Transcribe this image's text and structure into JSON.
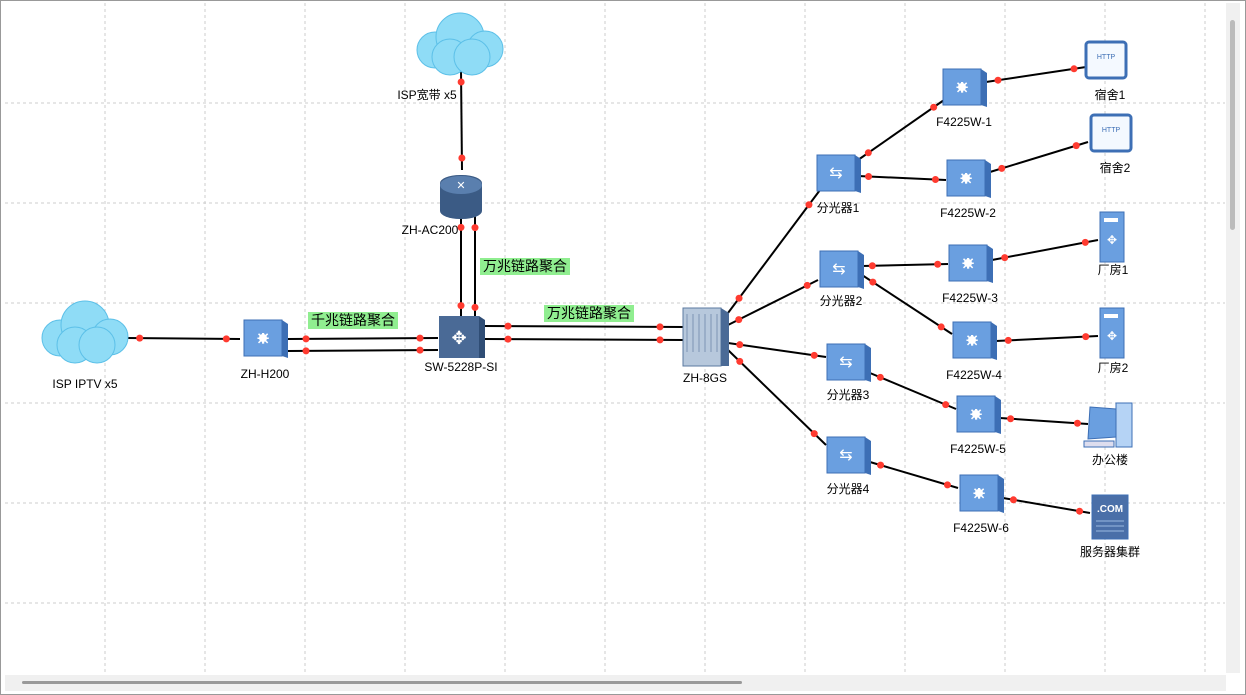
{
  "colors": {
    "edge": "#000000",
    "waypoint": "#ff3b30",
    "label_bg": "#90ee90",
    "device": "#5b8ed6",
    "grid": "#cccccc"
  },
  "nodes": [
    {
      "id": "isp-bb",
      "label": "ISP宽带 x5",
      "icon": "cloud-icon"
    },
    {
      "id": "isp-iptv",
      "label": "ISP IPTV x5",
      "icon": "cloud-icon"
    },
    {
      "id": "zh-h200",
      "label": "ZH-H200",
      "icon": "switch-icon"
    },
    {
      "id": "zh-ac200",
      "label": "ZH-AC200",
      "icon": "router-icon"
    },
    {
      "id": "sw5228",
      "label": "SW-5228P-SI",
      "icon": "core-switch-icon"
    },
    {
      "id": "zh8gs",
      "label": "ZH-8GS",
      "icon": "olt-chassis-icon"
    },
    {
      "id": "spl1",
      "label": "分光器1",
      "icon": "splitter-icon"
    },
    {
      "id": "spl2",
      "label": "分光器2",
      "icon": "splitter-icon"
    },
    {
      "id": "spl3",
      "label": "分光器3",
      "icon": "splitter-icon"
    },
    {
      "id": "spl4",
      "label": "分光器4",
      "icon": "splitter-icon"
    },
    {
      "id": "f1",
      "label": "F4225W-1",
      "icon": "switch-icon"
    },
    {
      "id": "f2",
      "label": "F4225W-2",
      "icon": "switch-icon"
    },
    {
      "id": "f3",
      "label": "F4225W-3",
      "icon": "switch-icon"
    },
    {
      "id": "f4",
      "label": "F4225W-4",
      "icon": "switch-icon"
    },
    {
      "id": "f5",
      "label": "F4225W-5",
      "icon": "switch-icon"
    },
    {
      "id": "f6",
      "label": "F4225W-6",
      "icon": "switch-icon"
    },
    {
      "id": "dorm1",
      "label": "宿舍1",
      "icon": "http-server-icon",
      "icon_text": "HTTP"
    },
    {
      "id": "dorm2",
      "label": "宿舍2",
      "icon": "http-server-icon",
      "icon_text": "HTTP"
    },
    {
      "id": "fac1",
      "label": "厂房1",
      "icon": "server-tower-icon"
    },
    {
      "id": "fac2",
      "label": "厂房2",
      "icon": "server-tower-icon"
    },
    {
      "id": "office",
      "label": "办公楼",
      "icon": "pc-icon"
    },
    {
      "id": "servers",
      "label": "服务器集群",
      "icon": "com-server-icon",
      "icon_text": ".COM"
    }
  ],
  "edge_labels": {
    "gig": "千兆链路聚合",
    "tengig_ac": "万兆链路聚合",
    "tengig_olt": "万兆链路聚合"
  }
}
